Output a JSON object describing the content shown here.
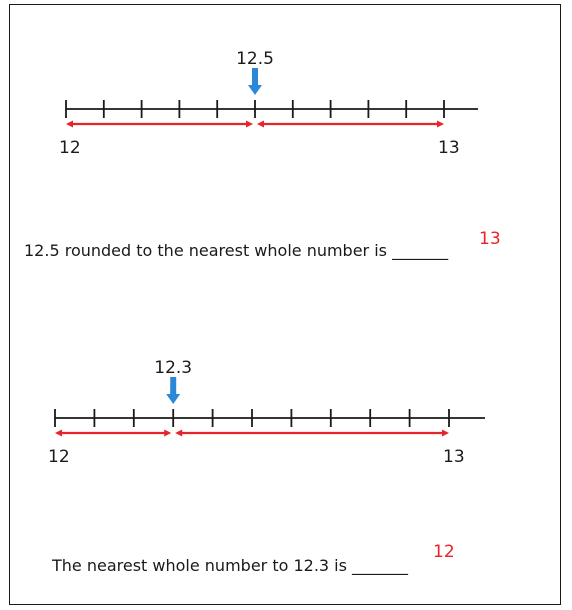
{
  "problem1": {
    "marker_value": 12.5,
    "marker_label": "12.5",
    "start_label": "12",
    "end_label": "13",
    "range": [
      12,
      13
    ],
    "ticks": 10,
    "sentence": "12.5 rounded to the nearest whole number is _______",
    "answer": "13"
  },
  "problem2": {
    "marker_value": 12.3,
    "marker_label": "12.3",
    "start_label": "12",
    "end_label": "13",
    "range": [
      12,
      13
    ],
    "ticks": 10,
    "sentence": "The nearest whole number to 12.3 is _______",
    "answer": "12"
  },
  "colors": {
    "line": "#1a1a1a",
    "arrow": "#e8232a",
    "marker": "#2b88d8",
    "answer": "#e8232a"
  }
}
